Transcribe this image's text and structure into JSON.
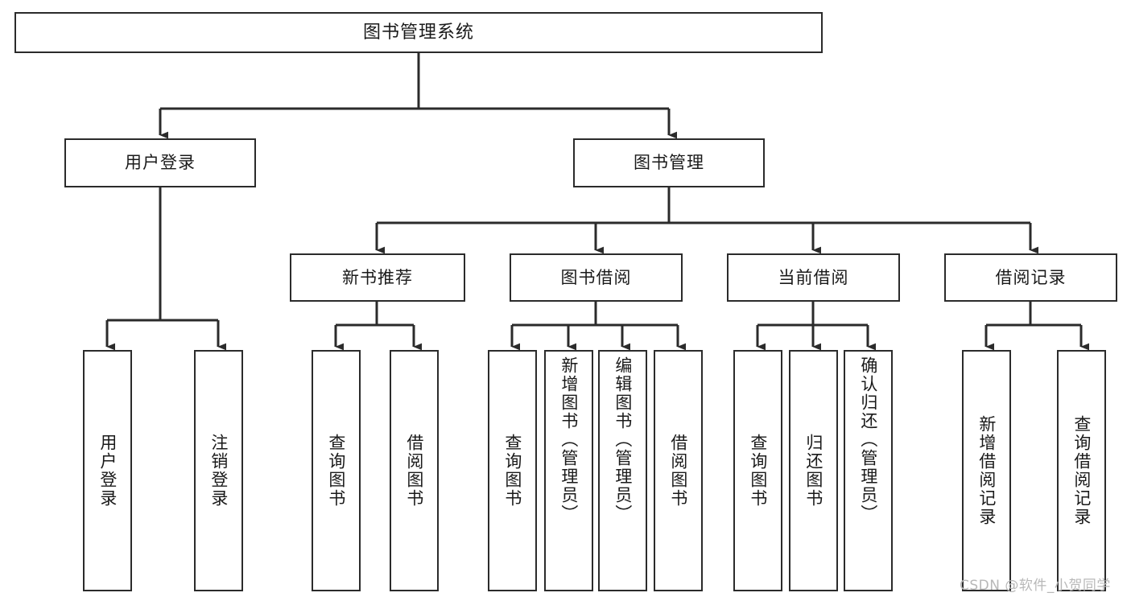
{
  "diagram": {
    "title": "图书管理系统",
    "type": "tree-hierarchy",
    "root": {
      "label": "图书管理系统"
    },
    "level2": [
      {
        "label": "用户登录"
      },
      {
        "label": "图书管理"
      }
    ],
    "level3": [
      {
        "label": "新书推荐"
      },
      {
        "label": "图书借阅"
      },
      {
        "label": "当前借阅"
      },
      {
        "label": "借阅记录"
      }
    ],
    "leaves": {
      "user_login": [
        {
          "label": "用户登录"
        },
        {
          "label": "注销登录"
        }
      ],
      "new_book_recommend": [
        {
          "label": "查询图书"
        },
        {
          "label": "借阅图书"
        }
      ],
      "book_borrow": [
        {
          "label": "查询图书"
        },
        {
          "label": "新增图书（管理员）"
        },
        {
          "label": "编辑图书（管理员）"
        },
        {
          "label": "借阅图书"
        }
      ],
      "current_borrow": [
        {
          "label": "查询图书"
        },
        {
          "label": "归还图书"
        },
        {
          "label": "确认归还（管理员）"
        }
      ],
      "borrow_record": [
        {
          "label": "新增借阅记录"
        },
        {
          "label": "查询借阅记录"
        }
      ]
    }
  },
  "watermark": {
    "text": "CSDN @软件_小贺同学"
  },
  "colors": {
    "border": "#2b2b2b",
    "text": "#1a1a1a",
    "background": "#ffffff",
    "watermark": "#b8b8b8"
  }
}
